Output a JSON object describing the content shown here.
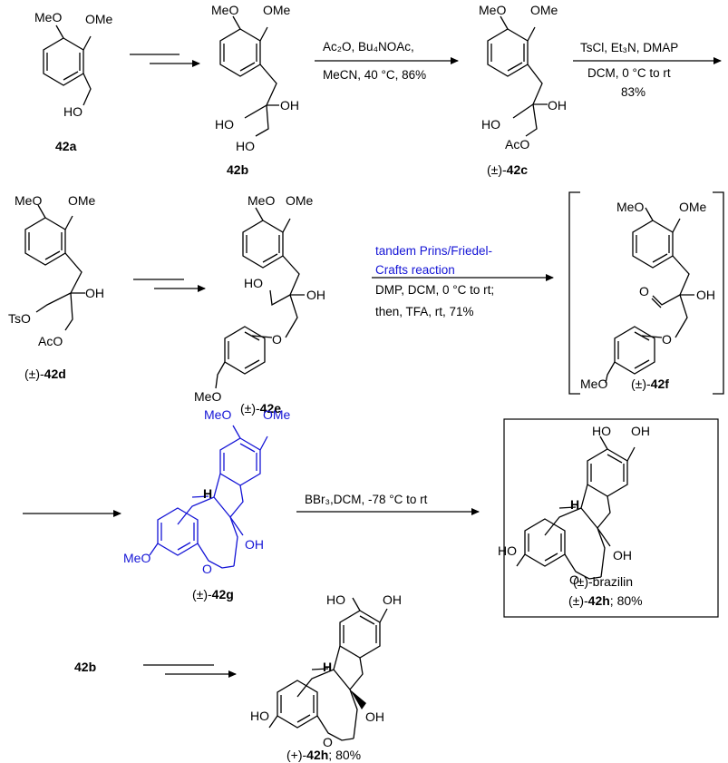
{
  "compounds": {
    "c42a": {
      "prefix": "",
      "id": "42a",
      "suffix": ""
    },
    "c42b": {
      "prefix": "",
      "id": "42b",
      "suffix": ""
    },
    "c42c": {
      "prefix": "(±)-",
      "id": "42c",
      "suffix": ""
    },
    "c42d": {
      "prefix": "(±)-",
      "id": "42d",
      "suffix": ""
    },
    "c42e": {
      "prefix": "(±)-",
      "id": "42e",
      "suffix": ""
    },
    "c42f": {
      "prefix": "(±)-",
      "id": "42f",
      "suffix": ""
    },
    "c42g": {
      "prefix": "(±)-",
      "id": "42g",
      "suffix": ""
    },
    "brazilin": {
      "name": "(±)-brazilin",
      "prefix": "(±)-",
      "id": "42h",
      "suffix": "; 80%"
    },
    "c42h_plus": {
      "prefix": "(+)-",
      "id": "42h",
      "suffix": "; 80%"
    },
    "start_ref": "42b"
  },
  "reagents": {
    "r2_line1": "Ac₂O, Bu₄NOAc,",
    "r2_line2": "MeCN, 40 °C, 86%",
    "r3_line1": "TsCl, Et₃N, DMAP",
    "r3_line2": "DCM, 0 °C to rt",
    "r3_line3": "83%",
    "r5_line1": "tandem Prins/Friedel-",
    "r5_line2": "Crafts reaction",
    "r5_line3": "DMP, DCM, 0 °C to rt;",
    "r5_line4": "then, TFA, rt, 71%",
    "r6_line1": "BBr₃,DCM, -78 °C to rt"
  },
  "atoms": {
    "MeO": "MeO",
    "OMe": "OMe",
    "HO": "HO",
    "OH": "OH",
    "AcO": "AcO",
    "TsO": "TsO",
    "O": "O",
    "H": "H"
  },
  "colors": {
    "highlight": "#1515d6",
    "text": "#000000"
  }
}
